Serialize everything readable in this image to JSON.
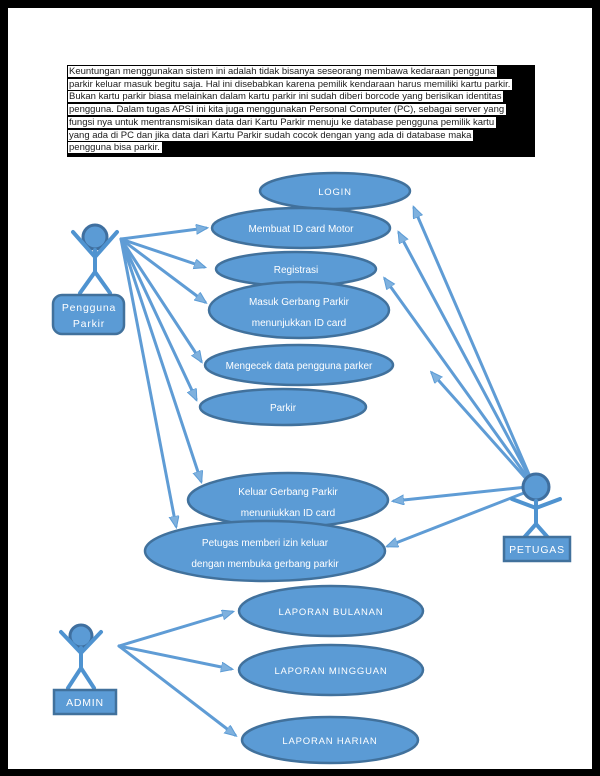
{
  "page": {
    "background_color": "#000000",
    "paper_color": "#ffffff"
  },
  "paragraph": {
    "lines": [
      "Keuntungan menggunakan sistem ini adalah tidak bisanya seseorang membawa kedaraan pengguna",
      "parkir keluar masuk begitu saja. Hal ini disebabkan karena pemilik kendaraan harus memiliki kartu parkir.",
      "Bukan kartu parkir biasa melainkan dalam kartu parkir ini sudah diberi borcode yang berisikan identitas",
      "pengguna. Dalam tugas APSI ini kita juga menggunakan Personal  Computer (PC), sebagai server yang",
      "fungsi nya untuk  mentransmisikan data dari Kartu Parkir menuju ke database pengguna pemilik kartu",
      "yang ada di PC dan jika data dari Kartu Parkir sudah cocok dengan yang ada di database maka",
      "pengguna bisa parkir."
    ]
  },
  "diagram": {
    "colors": {
      "shape_fill": "#5b9bd5",
      "shape_border": "#41719c",
      "connector": "#5f9cd5",
      "label_text": "#ffffff"
    },
    "actors": {
      "pengguna": {
        "label_lines": [
          "Pengguna",
          "Parkir"
        ]
      },
      "petugas": {
        "label": "PETUGAS"
      },
      "admin": {
        "label": "ADMIN"
      }
    },
    "usecases": {
      "login": {
        "lines": [
          "LOGIN"
        ]
      },
      "membuat_id_card": {
        "lines": [
          "Membuat ID card Motor"
        ]
      },
      "registrasi": {
        "lines": [
          "Registrasi"
        ]
      },
      "masuk_gerbang": {
        "lines": [
          "Masuk Gerbang Parkir",
          "menunjukkan ID card"
        ]
      },
      "mengecek_data": {
        "lines": [
          "Mengecek data pengguna parker"
        ]
      },
      "parkir": {
        "lines": [
          "Parkir"
        ]
      },
      "keluar_gerbang": {
        "lines": [
          "Keluar Gerbang Parkir",
          "menuniukkan ID card"
        ]
      },
      "petugas_izin": {
        "lines": [
          "Petugas memberi izin keluar",
          "dengan membuka gerbang parkir"
        ]
      },
      "laporan_bulanan": {
        "lines": [
          "LAPORAN BULANAN"
        ]
      },
      "laporan_mingguan": {
        "lines": [
          "LAPORAN MINGGUAN"
        ]
      },
      "laporan_harian": {
        "lines": [
          "LAPORAN HARIAN"
        ]
      }
    },
    "connections": [
      {
        "from": "pengguna",
        "to": "membuat_id_card"
      },
      {
        "from": "pengguna",
        "to": "registrasi"
      },
      {
        "from": "pengguna",
        "to": "masuk_gerbang"
      },
      {
        "from": "pengguna",
        "to": "mengecek_data"
      },
      {
        "from": "pengguna",
        "to": "parkir"
      },
      {
        "from": "pengguna",
        "to": "keluar_gerbang"
      },
      {
        "from": "pengguna",
        "to": "petugas_izin"
      },
      {
        "from": "petugas",
        "to": "login"
      },
      {
        "from": "petugas",
        "to": "membuat_id_card"
      },
      {
        "from": "petugas",
        "to": "registrasi"
      },
      {
        "from": "petugas",
        "to": "mengecek_data"
      },
      {
        "from": "petugas",
        "to": "keluar_gerbang"
      },
      {
        "from": "petugas",
        "to": "petugas_izin"
      },
      {
        "from": "admin",
        "to": "laporan_bulanan"
      },
      {
        "from": "admin",
        "to": "laporan_mingguan"
      },
      {
        "from": "admin",
        "to": "laporan_harian"
      }
    ]
  }
}
